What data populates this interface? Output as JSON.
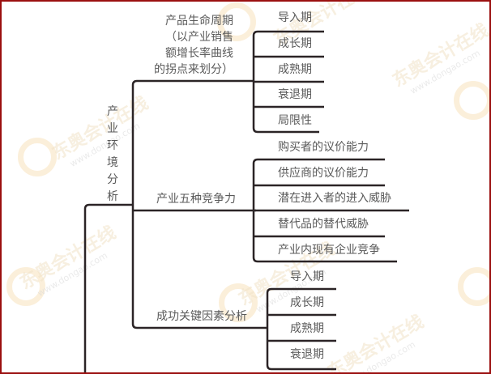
{
  "root": {
    "label": "产业环境分析",
    "chars": [
      "产",
      "业",
      "环",
      "境",
      "分",
      "析"
    ]
  },
  "branches": [
    {
      "label": "产品生命周期（以产业销售额增长率曲线的拐点来划分）",
      "label_lines": [
        "产品生命周期",
        "（以产业销售",
        "额增长率曲线",
        "的拐点来划分）"
      ],
      "children": [
        "导入期",
        "成长期",
        "成熟期",
        "衰退期",
        "局限性"
      ]
    },
    {
      "label": "产业五种竞争力",
      "children": [
        "购买者的议价能力",
        "供应商的议价能力",
        "潜在进入者的进入威胁",
        "替代品的替代威胁",
        "产业内现有企业竞争"
      ]
    },
    {
      "label": "成功关键因素分析",
      "children": [
        "导入期",
        "成长期",
        "成熟期",
        "衰退期"
      ]
    }
  ],
  "watermark": {
    "brand": "东奥会计在线",
    "url": "www.dongao.com"
  },
  "colors": {
    "line": "#2b2426",
    "text": "#5a5a5a",
    "frame_border": "#9b0f0f",
    "watermark": "#f1e3c8"
  }
}
